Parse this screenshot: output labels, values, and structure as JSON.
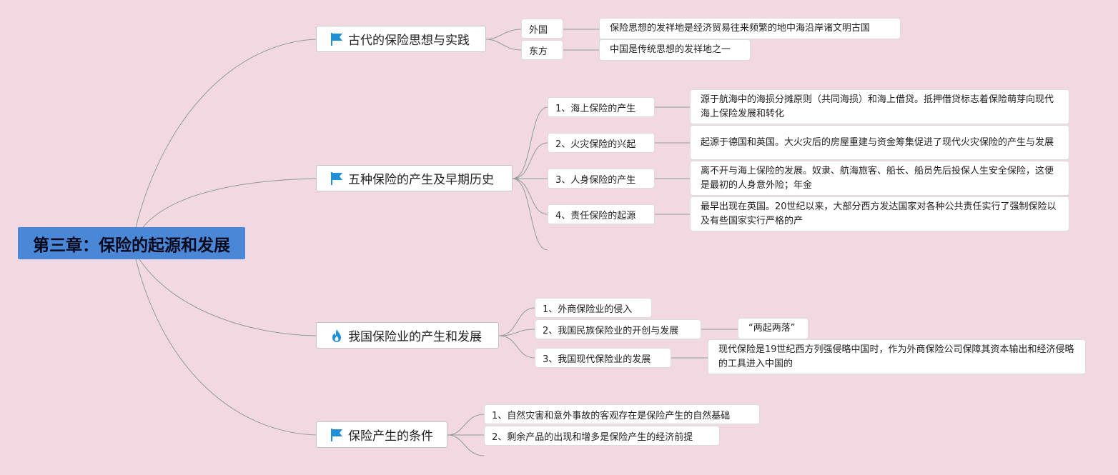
{
  "root": {
    "label": "第三章：保险的起源和发展"
  },
  "colors": {
    "background": "#f2d9e1",
    "root": "#4a87d6",
    "flag": "#1f8fd6",
    "flame": "#1f8fd6",
    "connector": "#8e9c96"
  },
  "branches": [
    {
      "label": "古代的保险思想与实践",
      "icon": "flag-icon",
      "children": [
        {
          "label": "外国",
          "detail": "保险思想的发祥地是经济贸易往来频繁的地中海沿岸诸文明古国"
        },
        {
          "label": "东方",
          "detail": "中国是传统思想的发祥地之一"
        }
      ]
    },
    {
      "label": "五种保险的产生及早期历史",
      "icon": "flag-icon",
      "children": [
        {
          "label": "1、海上保险的产生",
          "detail": "源于航海中的海损分摊原则（共同海损）和海上借贷。抵押借贷标志着保险萌芽向现代海上保险发展和转化"
        },
        {
          "label": "2、火灾保险的兴起",
          "detail": "起源于德国和英国。大火灾后的房屋重建与资金筹集促进了现代火灾保险的产生与发展"
        },
        {
          "label": "3、人身保险的产生",
          "detail": "离不开与海上保险的发展。奴隶、航海旅客、船长、船员先后投保人生安全保险，这便是最初的人身意外险；年金"
        },
        {
          "label": "4、责任保险的起源",
          "detail": "最早出现在英国。20世纪以来，大部分西方发达国家对各种公共责任实行了强制保险以及有些国家实行严格的产"
        }
      ]
    },
    {
      "label": "我国保险业的产生和发展",
      "icon": "flame-icon",
      "children": [
        {
          "label": "1、外商保险业的侵入"
        },
        {
          "label": "2、我国民族保险业的开创与发展",
          "detail": "“两起两落”"
        },
        {
          "label": "3、我国现代保险业的发展",
          "detail": "现代保险是19世纪西方列强侵略中国时，作为外商保险公司保障其资本输出和经济侵略的工具进入中国的"
        }
      ]
    },
    {
      "label": "保险产生的条件",
      "icon": "flag-icon",
      "children": [
        {
          "label": "1、自然灾害和意外事故的客观存在是保险产生的自然基础"
        },
        {
          "label": "2、剩余产品的出现和增多是保险产生的经济前提"
        }
      ]
    }
  ]
}
